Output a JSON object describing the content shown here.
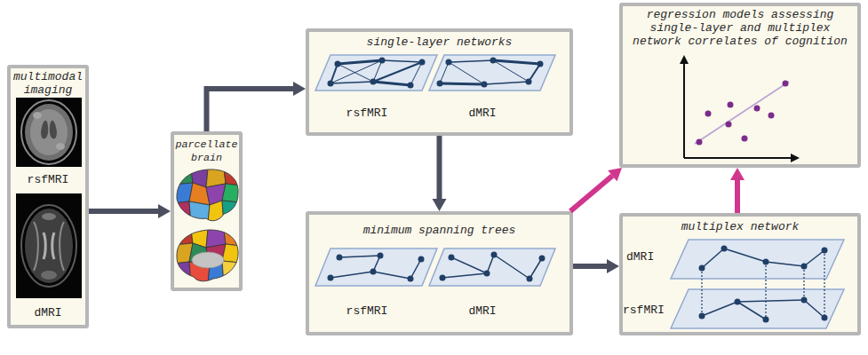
{
  "diagram": {
    "nodes": [
      {
        "text": [
          "multimodal imaging",
          "rsfMRI",
          "dMRI"
        ]
      },
      {
        "text": [
          "parcellate brain"
        ]
      },
      {
        "text": [
          "single-layer networks",
          "rsfMRI",
          "dMRI"
        ]
      },
      {
        "text": [
          "minimum spanning trees",
          "rsfMRI",
          "dMRI"
        ]
      },
      {
        "text": [
          "multiplex network",
          "dMRI",
          "rsfMRI"
        ]
      },
      {
        "text": [
          "regression models assessing single-layer and multiplex network correlates of cognition"
        ]
      }
    ],
    "edges": [
      {
        "from": 0,
        "to": 1,
        "arrow": "to"
      },
      {
        "from": 1,
        "to": 2,
        "arrow": "to"
      },
      {
        "from": 2,
        "to": 3,
        "arrow": "to"
      },
      {
        "from": 3,
        "to": 4,
        "arrow": "to"
      },
      {
        "from": 3,
        "to": 5,
        "arrow": "to"
      },
      {
        "from": 4,
        "to": 5,
        "arrow": "to"
      }
    ]
  }
}
